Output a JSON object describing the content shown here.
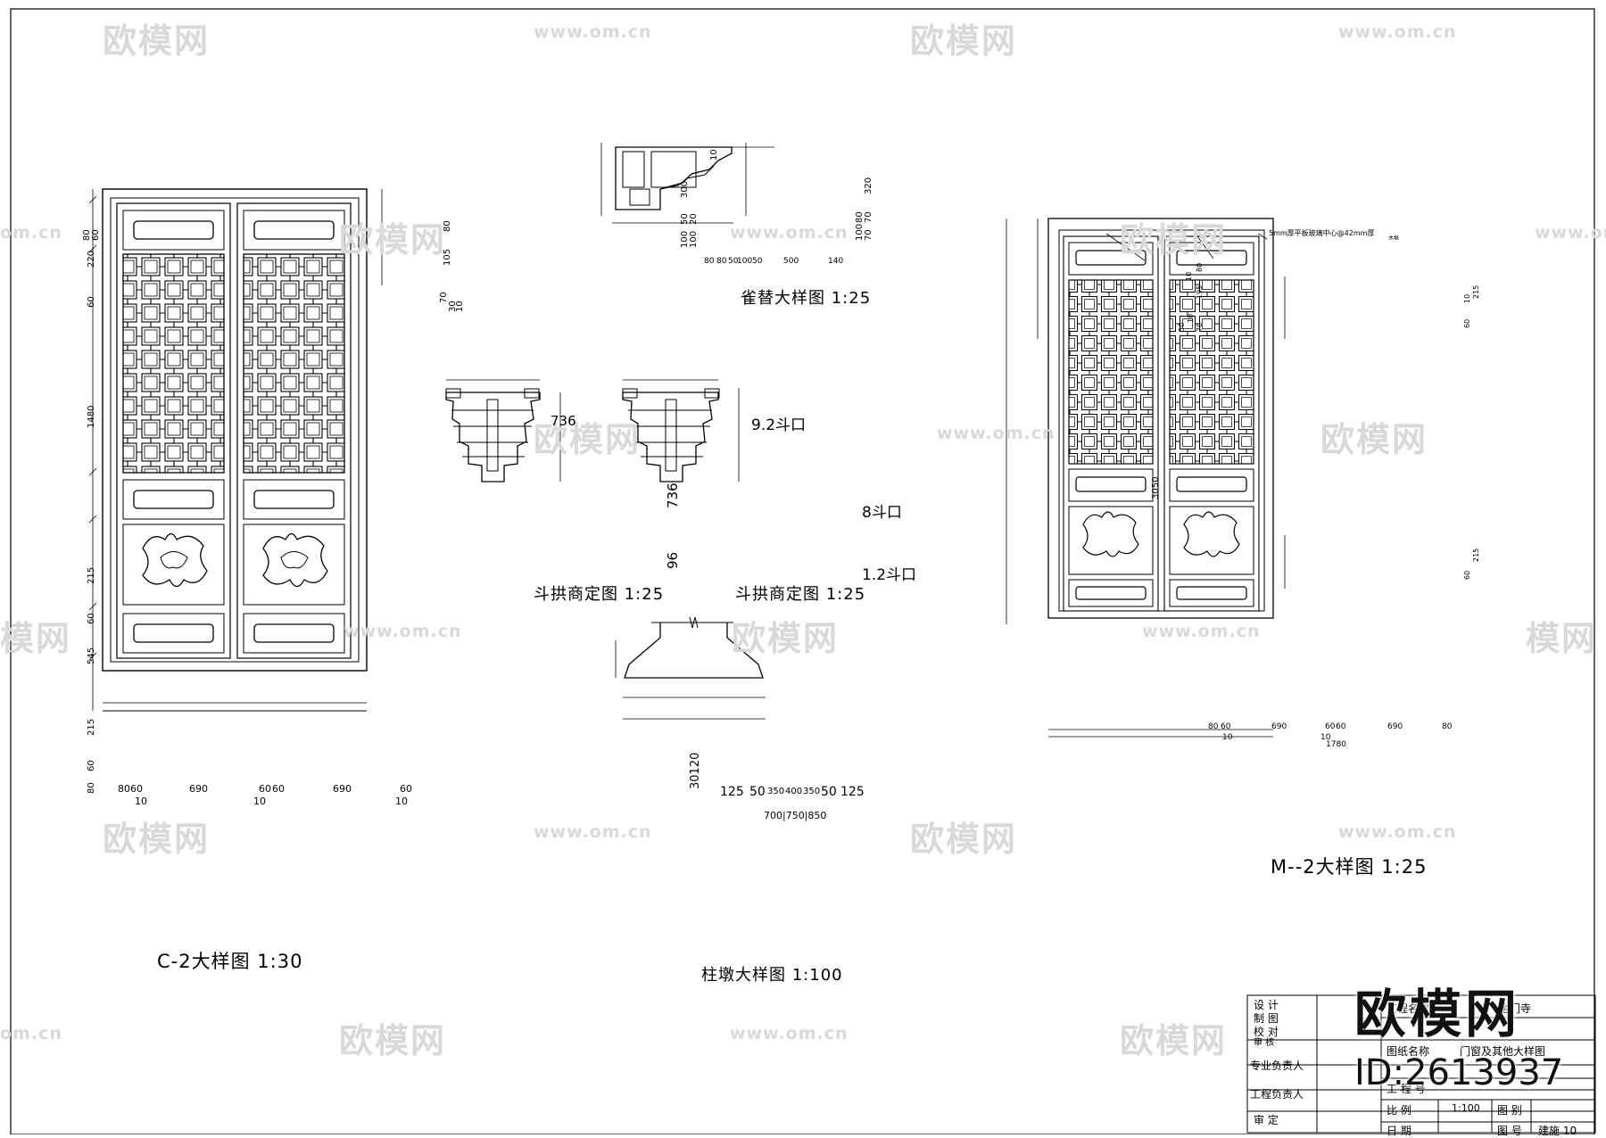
{
  "watermark": {
    "logo": "欧模网",
    "url": "www.om.cn",
    "url_cut_left": "om.cn",
    "logo_cut": "模网"
  },
  "badge": {
    "site": "欧模网",
    "id": "ID:2613937"
  },
  "captions": {
    "window": "C-2大样图  1:30",
    "queti": "雀替大样图  1:25",
    "dougong_a": "斗拱商定图  1:25",
    "dougong_b": "斗拱商定图  1:25",
    "plinth": "柱墩大样图  1:100",
    "door": "M--2大样图    1:25"
  },
  "window_dims": {
    "left_vertical": [
      "80",
      "60",
      "220",
      "60",
      "1480",
      "215",
      "60",
      "545",
      "215",
      "60",
      "80"
    ],
    "bottom": [
      "80",
      "60",
      "690",
      "60",
      "60",
      "690",
      "60"
    ],
    "bottom_small": [
      "10",
      "10",
      "10"
    ],
    "right_vertical": [
      "80",
      "105",
      "70",
      "30",
      "10"
    ]
  },
  "queti_dims": {
    "bottom": [
      "80",
      "80",
      "50",
      "100",
      "50",
      "500",
      "140"
    ],
    "left": [
      "10",
      "300",
      "50",
      "20",
      "100",
      "100"
    ],
    "right": [
      "320",
      "100",
      "70",
      "80",
      "70"
    ]
  },
  "dougong_dims": {
    "a_width": "736",
    "a_height": "736",
    "a_base": "96",
    "b_top": "9.2斗口",
    "b_side": "8斗口",
    "b_base": "1.2斗口"
  },
  "plinth_dims": {
    "left": "30120",
    "row1": [
      "125",
      "50",
      "350",
      "400",
      "350",
      "50",
      "125"
    ],
    "row2": "700|750|850"
  },
  "door_dims": {
    "bottom": [
      "80",
      "60",
      "690",
      "60",
      "60",
      "690",
      "80"
    ],
    "bottom_small": [
      "10",
      "10"
    ],
    "total_width": "1780",
    "total_height": "3050",
    "left_top": [
      "10",
      "80",
      "195",
      "70",
      "10",
      "30"
    ],
    "right": [
      "215",
      "10",
      "60",
      "215",
      "60"
    ],
    "notes": [
      "5mm厚平板玻璃中心@42mm厚",
      "木框"
    ]
  },
  "title_block": {
    "rows_left": [
      "设  计",
      "制  图",
      "校  对",
      "审  核",
      "专业负责人",
      "工程负责人",
      "审  定"
    ],
    "project_label": "工程名称",
    "project_value": "金门寺",
    "drawing_label": "图纸名称",
    "drawing_value": "门窗及其他大样图",
    "project_no": "工 程 号",
    "scale_label": "比    例",
    "scale_value": "1:100",
    "category_label": "图  别",
    "date_label": "日    期",
    "sheet_label": "图  号",
    "sheet_value": "建施 10"
  }
}
